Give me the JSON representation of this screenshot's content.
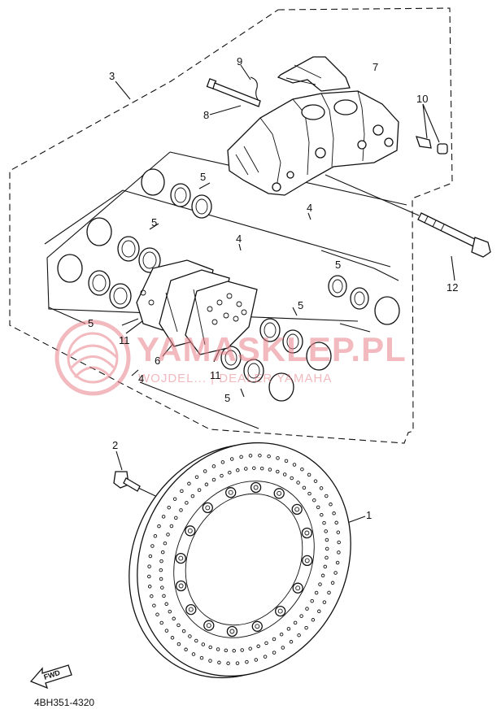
{
  "diagram": {
    "callouts": [
      "1",
      "2",
      "3",
      "4",
      "5",
      "6",
      "7",
      "8",
      "9",
      "10",
      "11",
      "12"
    ],
    "diagram_code": "4BH351-4320",
    "fwd_label": "FWD"
  },
  "watermark": {
    "main_text": "YAMASKLEP.PL",
    "sub_text": "WOJDEL... | DEALER YAMAHA",
    "color": "#e8808a"
  }
}
